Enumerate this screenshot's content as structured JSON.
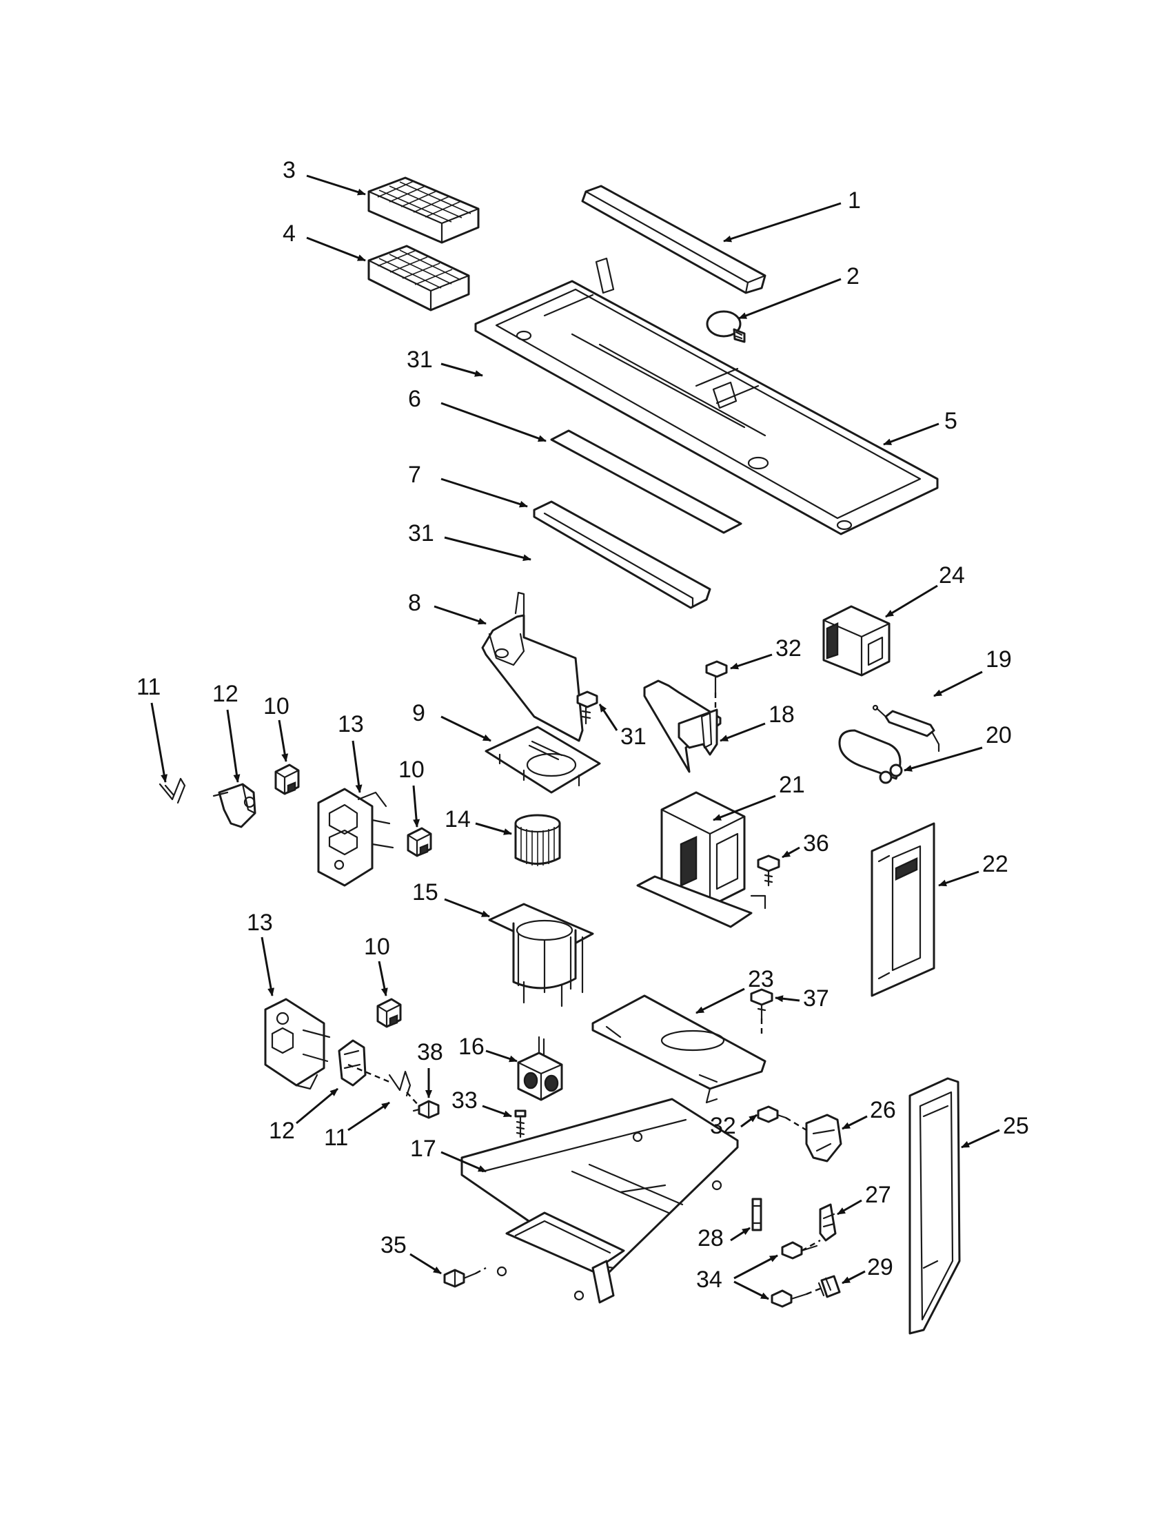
{
  "callouts": [
    {
      "id": "c1",
      "label": "1"
    },
    {
      "id": "c2",
      "label": "2"
    },
    {
      "id": "c3",
      "label": "3"
    },
    {
      "id": "c4",
      "label": "4"
    },
    {
      "id": "c5",
      "label": "5"
    },
    {
      "id": "c6",
      "label": "6"
    },
    {
      "id": "c7",
      "label": "7"
    },
    {
      "id": "c8",
      "label": "8"
    },
    {
      "id": "c9",
      "label": "9"
    },
    {
      "id": "c10a",
      "label": "10"
    },
    {
      "id": "c10b",
      "label": "10"
    },
    {
      "id": "c10c",
      "label": "10"
    },
    {
      "id": "c11a",
      "label": "11"
    },
    {
      "id": "c11b",
      "label": "11"
    },
    {
      "id": "c12a",
      "label": "12"
    },
    {
      "id": "c12b",
      "label": "12"
    },
    {
      "id": "c13a",
      "label": "13"
    },
    {
      "id": "c13b",
      "label": "13"
    },
    {
      "id": "c14",
      "label": "14"
    },
    {
      "id": "c15",
      "label": "15"
    },
    {
      "id": "c16",
      "label": "16"
    },
    {
      "id": "c17",
      "label": "17"
    },
    {
      "id": "c18",
      "label": "18"
    },
    {
      "id": "c19",
      "label": "19"
    },
    {
      "id": "c20",
      "label": "20"
    },
    {
      "id": "c21",
      "label": "21"
    },
    {
      "id": "c22",
      "label": "22"
    },
    {
      "id": "c23",
      "label": "23"
    },
    {
      "id": "c24",
      "label": "24"
    },
    {
      "id": "c25",
      "label": "25"
    },
    {
      "id": "c26",
      "label": "26"
    },
    {
      "id": "c27",
      "label": "27"
    },
    {
      "id": "c28",
      "label": "28"
    },
    {
      "id": "c29",
      "label": "29"
    },
    {
      "id": "c31a",
      "label": "31"
    },
    {
      "id": "c31b",
      "label": "31"
    },
    {
      "id": "c31c",
      "label": "31"
    },
    {
      "id": "c32a",
      "label": "32"
    },
    {
      "id": "c32b",
      "label": "32"
    },
    {
      "id": "c33",
      "label": "33"
    },
    {
      "id": "c34",
      "label": "34"
    },
    {
      "id": "c35",
      "label": "35"
    },
    {
      "id": "c36",
      "label": "36"
    },
    {
      "id": "c37",
      "label": "37"
    },
    {
      "id": "c38",
      "label": "38"
    }
  ]
}
